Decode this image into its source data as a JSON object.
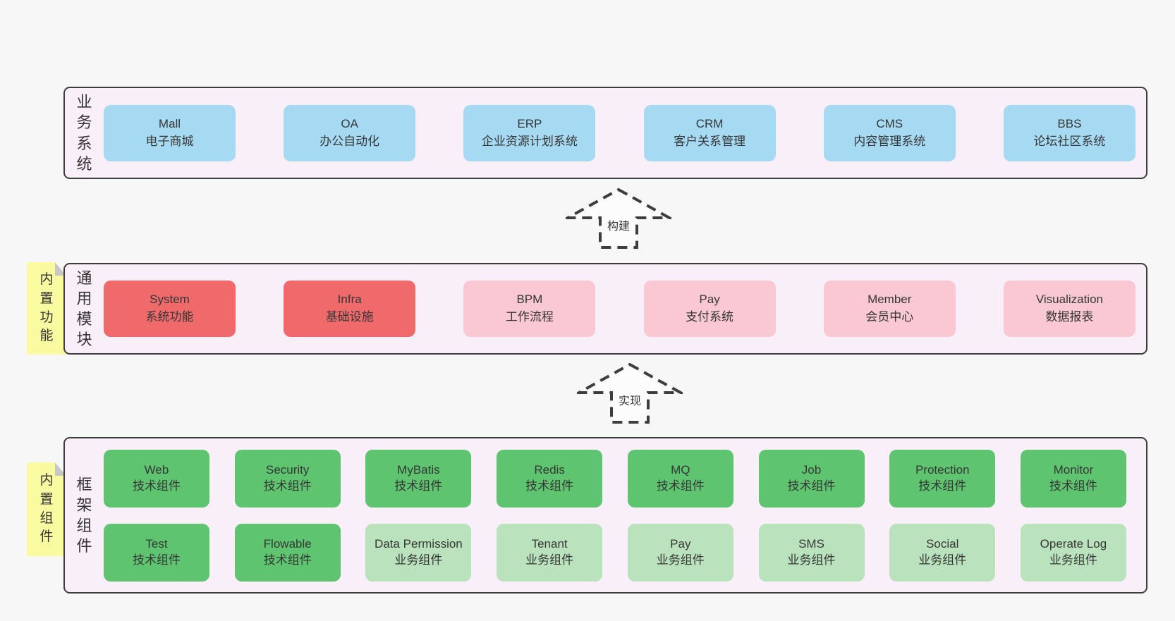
{
  "bands": [
    {
      "label": "业务系统",
      "boxes": [
        {
          "name": "Mall",
          "desc": "电子商城",
          "variant": "blue"
        },
        {
          "name": "OA",
          "desc": "办公自动化",
          "variant": "blue"
        },
        {
          "name": "ERP",
          "desc": "企业资源计划系统",
          "variant": "blue"
        },
        {
          "name": "CRM",
          "desc": "客户关系管理",
          "variant": "blue"
        },
        {
          "name": "CMS",
          "desc": "内容管理系统",
          "variant": "blue"
        },
        {
          "name": "BBS",
          "desc": "论坛社区系统",
          "variant": "blue"
        }
      ]
    },
    {
      "label": "通用模块",
      "note": "内置功能",
      "boxes": [
        {
          "name": "System",
          "desc": "系统功能",
          "variant": "red"
        },
        {
          "name": "Infra",
          "desc": "基础设施",
          "variant": "red"
        },
        {
          "name": "BPM",
          "desc": "工作流程",
          "variant": "pink"
        },
        {
          "name": "Pay",
          "desc": "支付系统",
          "variant": "pink"
        },
        {
          "name": "Member",
          "desc": "会员中心",
          "variant": "pink"
        },
        {
          "name": "Visualization",
          "desc": "数据报表",
          "variant": "pink"
        }
      ]
    },
    {
      "label": "框架组件",
      "note": "内置组件",
      "rows": [
        [
          {
            "name": "Web",
            "desc": "技术组件",
            "variant": "green"
          },
          {
            "name": "Security",
            "desc": "技术组件",
            "variant": "green"
          },
          {
            "name": "MyBatis",
            "desc": "技术组件",
            "variant": "green"
          },
          {
            "name": "Redis",
            "desc": "技术组件",
            "variant": "green"
          },
          {
            "name": "MQ",
            "desc": "技术组件",
            "variant": "green"
          },
          {
            "name": "Job",
            "desc": "技术组件",
            "variant": "green"
          },
          {
            "name": "Protection",
            "desc": "技术组件",
            "variant": "green"
          },
          {
            "name": "Monitor",
            "desc": "技术组件",
            "variant": "green"
          }
        ],
        [
          {
            "name": "Test",
            "desc": "技术组件",
            "variant": "green"
          },
          {
            "name": "Flowable",
            "desc": "技术组件",
            "variant": "green"
          },
          {
            "name": "Data Permission",
            "desc": "业务组件",
            "variant": "lightgreen"
          },
          {
            "name": "Tenant",
            "desc": "业务组件",
            "variant": "lightgreen"
          },
          {
            "name": "Pay",
            "desc": "业务组件",
            "variant": "lightgreen"
          },
          {
            "name": "SMS",
            "desc": "业务组件",
            "variant": "lightgreen"
          },
          {
            "name": "Social",
            "desc": "业务组件",
            "variant": "lightgreen"
          },
          {
            "name": "Operate Log",
            "desc": "业务组件",
            "variant": "lightgreen"
          }
        ]
      ]
    }
  ],
  "arrows": [
    {
      "label": "构建"
    },
    {
      "label": "实现"
    }
  ],
  "colors": {
    "blue_box": "#a6d9f2",
    "red_box": "#f0696b",
    "pink_box": "#f9c8d2",
    "green_box": "#5ec470",
    "light_green_box": "#bae3bd",
    "band_background": "#f9eff8",
    "band_border": "#3d3d3d",
    "note_yellow": "#fafaa0",
    "note_fold_gray": "#c7c7c7",
    "page_background": "#f7f7f7",
    "text": "#363636"
  }
}
